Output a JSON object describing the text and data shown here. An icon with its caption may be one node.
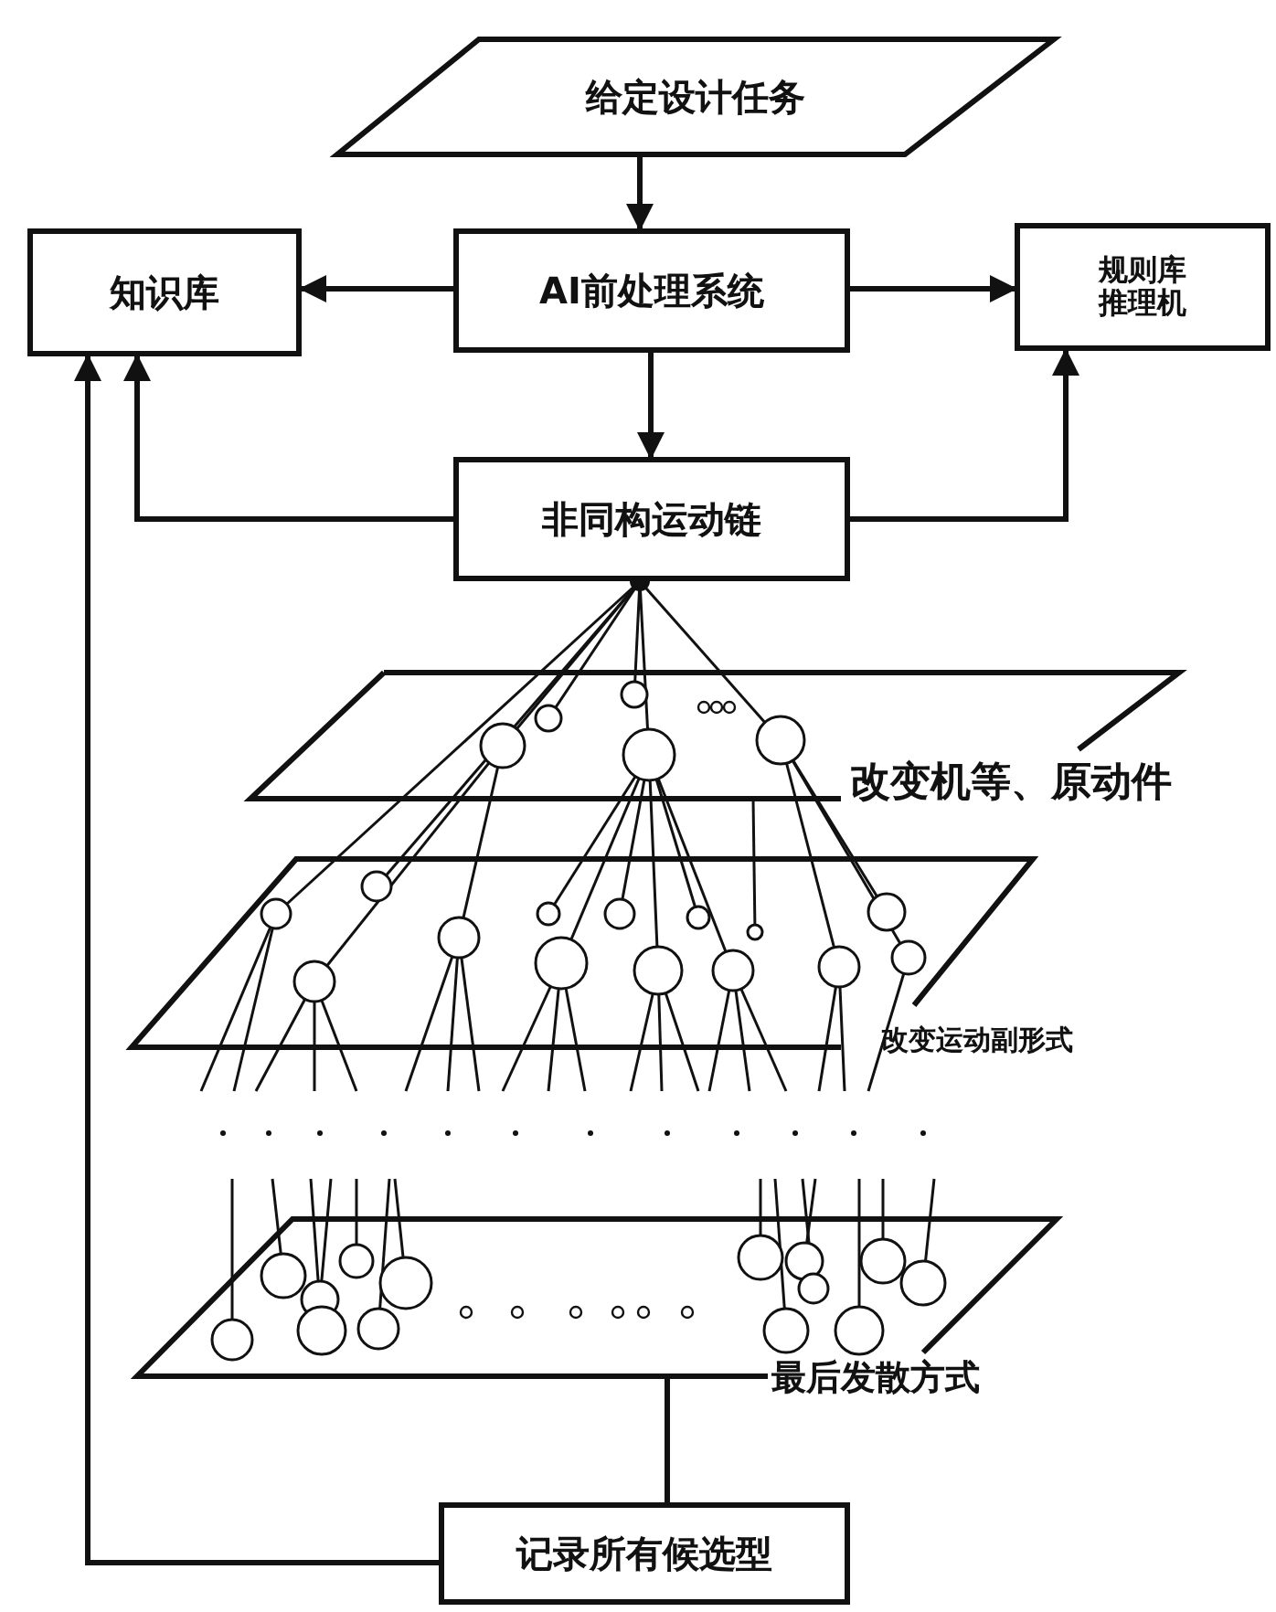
{
  "diagram": {
    "nodes": [
      {
        "text": [
          "给定设计任务"
        ]
      },
      {
        "text": [
          "知识库"
        ]
      },
      {
        "text": [
          "AI前处理系统"
        ]
      },
      {
        "text": [
          "规则库",
          "推理机"
        ]
      },
      {
        "text": [
          "非同构运动链"
        ]
      },
      {
        "text": [
          "改变机等、原动件"
        ]
      },
      {
        "text": [
          "改变运动副形式"
        ]
      },
      {
        "text": [
          "最后发散方式"
        ]
      },
      {
        "text": [
          "记录所有候选型"
        ]
      }
    ],
    "edges": [
      {
        "from": 0,
        "to": 2,
        "arrow": "to"
      },
      {
        "from": 2,
        "to": 1,
        "arrow": "to"
      },
      {
        "from": 2,
        "to": 3,
        "arrow": "to"
      },
      {
        "from": 2,
        "to": 4,
        "arrow": "to"
      },
      {
        "from": 4,
        "to": 1,
        "arrow": "to"
      },
      {
        "from": 4,
        "to": 3,
        "arrow": "to"
      },
      {
        "from": 7,
        "to": 8,
        "arrow": "none"
      },
      {
        "from": 8,
        "to": 1,
        "arrow": "to"
      }
    ]
  }
}
